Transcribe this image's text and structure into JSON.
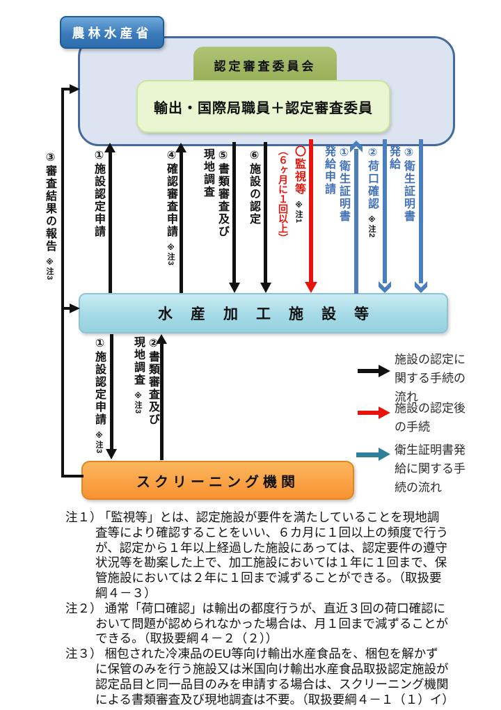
{
  "boxes": {
    "maff": "農林水産省",
    "committee": "認定審査委員会",
    "staff": "輸出・国際局職員＋認定審査委員",
    "facility": "水産加工施設等",
    "screening": "スクリーニング機関"
  },
  "flows": {
    "report": {
      "text": "③審査結果の報告",
      "note": "※注3"
    },
    "apply": {
      "text": "①施設認定申請"
    },
    "confirm": {
      "text": "④確認審査申請",
      "note": "※注3"
    },
    "doc_review": {
      "line1": "⑤書類審査及び",
      "line2": "現地調査"
    },
    "certify": {
      "text": "⑥施設の認定"
    },
    "monitor": {
      "text": "〇監視等",
      "note": "※注1",
      "paren": "（６ヶ月に１回以上）"
    },
    "cert_apply": {
      "line1": "①衛生証明書",
      "line2": "発給申請"
    },
    "cargo_check": {
      "text": "②荷口確認",
      "note": "※注2"
    },
    "cert_issue": {
      "line1": "③衛生証明書",
      "line2": "発給"
    },
    "screen_apply": {
      "text": "①施設認定申請",
      "note": "※注3"
    },
    "screen_review": {
      "line1": "②書類審査及び",
      "line2": "現地調査",
      "note": "※注3"
    }
  },
  "legend": {
    "items": [
      {
        "name": "施設の認定に関する手続の流れ",
        "color": "#111111",
        "lines": [
          "施設の認定に",
          "関する手続の",
          "流れ"
        ]
      },
      {
        "name": "施設の認定後の手続",
        "color": "#e8140c",
        "lines": [
          "施設の認定後",
          "の手続"
        ]
      },
      {
        "name": "衛生証明書発給に関する手続の流れ",
        "color": "#2e8099",
        "lines": [
          "衛生証明書発",
          "給に関する手",
          "続の流れ"
        ]
      }
    ]
  },
  "notes": [
    {
      "label": "注１）",
      "text": "「監視等」とは、認定施設が要件を満たしていることを現地調査等により確認することをいい、６カ月に１回以上の頻度で行うが、認定から１年以上経過した施設にあっては、認定要件の遵守状況等を勘案した上で、加工施設においては１年に１回まで、保管施設においては２年に１回まで減ずることができる。（取扱要綱４－３）"
    },
    {
      "label": "注２）",
      "text": "通常「荷口確認」は輸出の都度行うが、直近３回の荷口確認において問題が認められなかった場合は、月１回まで減ずることができる。（取扱要綱４－２（２））"
    },
    {
      "label": "注３）",
      "text": "梱包された冷凍品のEU等向け輸出水産食品を、梱包を解かずに保管のみを行う施設又は米国向け輸出水産食品取扱認定施設が認定品目と同一品目のみを申請する場合は、スクリーニング機関による書類審査及び現地調査は不要。（取扱要綱４－１（１）イ）"
    }
  ],
  "colors": {
    "black_arrow": "#111111",
    "red_arrow": "#e8140c",
    "blue_arrow": "#4a7ebc",
    "teal_arrow": "#2e8099",
    "maff_box": "#3c7cbc",
    "container_box": "#dce4f1",
    "committee_box": "#9db35c",
    "staff_box": "#eaf6d1",
    "facility_box": "#a5dae7",
    "screening_box": "#f89231"
  }
}
